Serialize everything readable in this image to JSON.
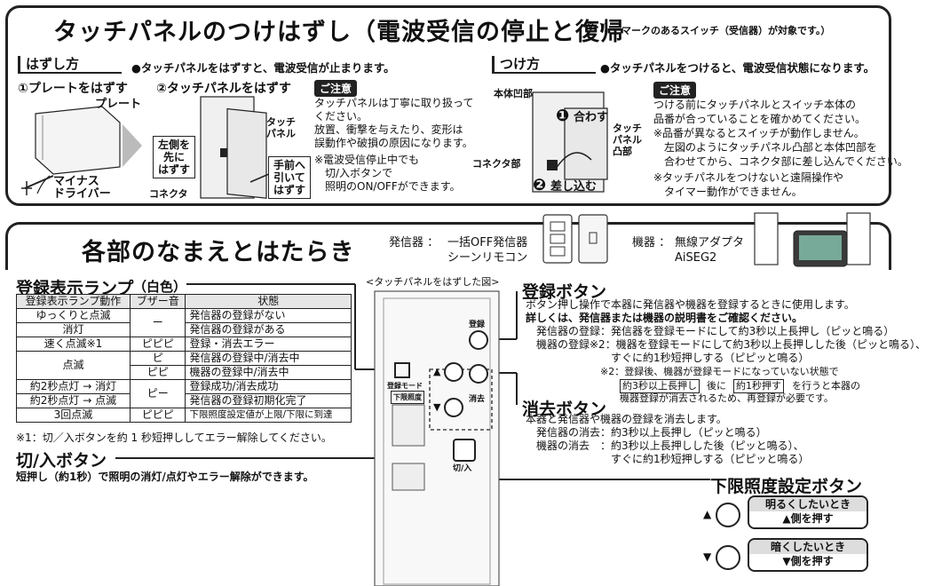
{
  "top": {
    "title": "タッチパネルのつけはずし（電波受信の停止と復帰",
    "title_note": "マークのあるスイッチ（受信器）が対象です。）",
    "remove": {
      "header": "はずし方",
      "bullet": "●タッチパネルをはずすと、電波受信が止まります。",
      "step1": "①プレートをはずす",
      "step2": "②タッチパネルをはずす",
      "plate_label": "プレート",
      "driver_label": "マイナス\nドライバー",
      "left_side_box": "左側を\n先に\nはずす",
      "touch_panel_label": "タッチ\nパネル",
      "pull_box": "手前へ\n引いて\nはずす",
      "connector_label": "コネクタ",
      "caution_tag": "ご注意",
      "caution_lines": [
        "タッチパネルは丁寧に取り扱って",
        "ください。",
        "放置、衝撃を与えたり、変形は",
        "誤動作や破損の原因になります。"
      ],
      "note_lines": [
        "※電波受信停止中でも",
        "　切/入ボタンで",
        "　照明のON/OFFができます。"
      ]
    },
    "attach": {
      "header": "つけ方",
      "bullet": "●タッチパネルをつけると、電波受信状態になります。",
      "body_recess_label": "本体凹部",
      "align_label": "合わす",
      "panel_protrusion_label": "タッチ\nパネル\n凸部",
      "connector_label": "コネクタ部",
      "insert_label": "差し込む",
      "caution_tag": "ご注意",
      "caution_lines": [
        "つける前にタッチパネルとスイッチ本体の",
        "品番が合っていることを確かめてください。",
        "※品番が異なるとスイッチが動作しません。",
        "　左図のようにタッチパネル凸部と本体凹部を",
        "　合わせてから、コネクタ部に差し込んでください。",
        "※タッチパネルをつけないと遠隔操作や",
        "　タイマー動作ができません。"
      ]
    }
  },
  "parts": {
    "title": "各部のなまえとはたらき",
    "transmitter_label": "発信器 ：",
    "transmitter_lines": [
      "一括OFF発信器",
      "シーンリモコン"
    ],
    "device_label": "機器 ：",
    "device_lines": [
      "無線アダプタ",
      "AiSEG2"
    ],
    "lamp_title": "登録表示ランプ",
    "lamp_title_sub": "（白色）",
    "table_headers": [
      "登録表示ランプ動作",
      "ブザー音",
      "状態"
    ],
    "table_rows": [
      [
        "ゆっくりと点滅",
        "ー",
        "発信器の登録がない"
      ],
      [
        "消灯",
        "",
        "発信器の登録がある"
      ],
      [
        "速く点滅※1",
        "ピピピ",
        "登録・消去エラー"
      ],
      [
        "点滅",
        "ピ",
        "発信器の登録中/消去中"
      ],
      [
        "",
        "ピピ",
        "機器の登録中/消去中"
      ],
      [
        "約2秒点灯 → 消灯",
        "ピー",
        "登録成功/消去成功"
      ],
      [
        "約2秒点灯 → 点滅",
        "",
        "発信器の登録初期化完了"
      ],
      [
        "3回点滅",
        "ピピピ",
        "下限照度設定値が上限/下限に到達"
      ]
    ],
    "table_footnote": "※1：切／入ボタンを約 1 秒短押ししてエラー解除してください。",
    "onoff_title": "切/入ボタン",
    "onoff_desc": "短押し（約1秒）で照明の消灯/点灯やエラー解除ができます。",
    "diagram_caption": "<タッチパネルをはずした図>",
    "diag_labels": {
      "reg": "登録",
      "mode": "登録モード",
      "lower": "下限照度",
      "erase": "消去",
      "onoff": "切/入"
    },
    "reg_title": "登録ボタン",
    "reg_lines": [
      "ボタン押し操作で本器に発信器や機器を登録するときに使用します。",
      "詳しくは、発信器または機器の説明書をご確認ください。",
      "　発信器の登録：発信器を登録モードにして約3秒以上長押し（ピッと鳴る）",
      "　機器の登録※2：機器を登録モードにして約3秒以上長押しした後（ピッと鳴る）、",
      "　　　　　　　　すぐに約1秒短押しする（ピピッと鳴る）"
    ],
    "reg_note_lines": [
      "※2：登録後、機器が登録モードになっていない状態で",
      "約3秒以上長押し",
      "後に",
      "約1秒押す",
      "を行うと本器の",
      "機器登録が消去されるため、再登録が必要です。"
    ],
    "erase_title": "消去ボタン",
    "erase_lines": [
      "本器と発信器や機器の登録を消去します。",
      "　発信器の消去：約3秒以上長押し（ピッと鳴る）",
      "　機器の消去　：約3秒以上長押しした後（ピッと鳴る）、",
      "　　　　　　　　すぐに約1秒短押しする（ピピッと鳴る）"
    ],
    "lower_title": "下限照度設定ボタン",
    "bright_title": "明るくしたいとき",
    "bright_action": "▲側を押す",
    "dark_title": "暗くしたいとき",
    "dark_action": "▼側を押す",
    "up_mark": "▲",
    "down_mark": "▼",
    "step_nums": [
      "❶",
      "❷"
    ]
  }
}
